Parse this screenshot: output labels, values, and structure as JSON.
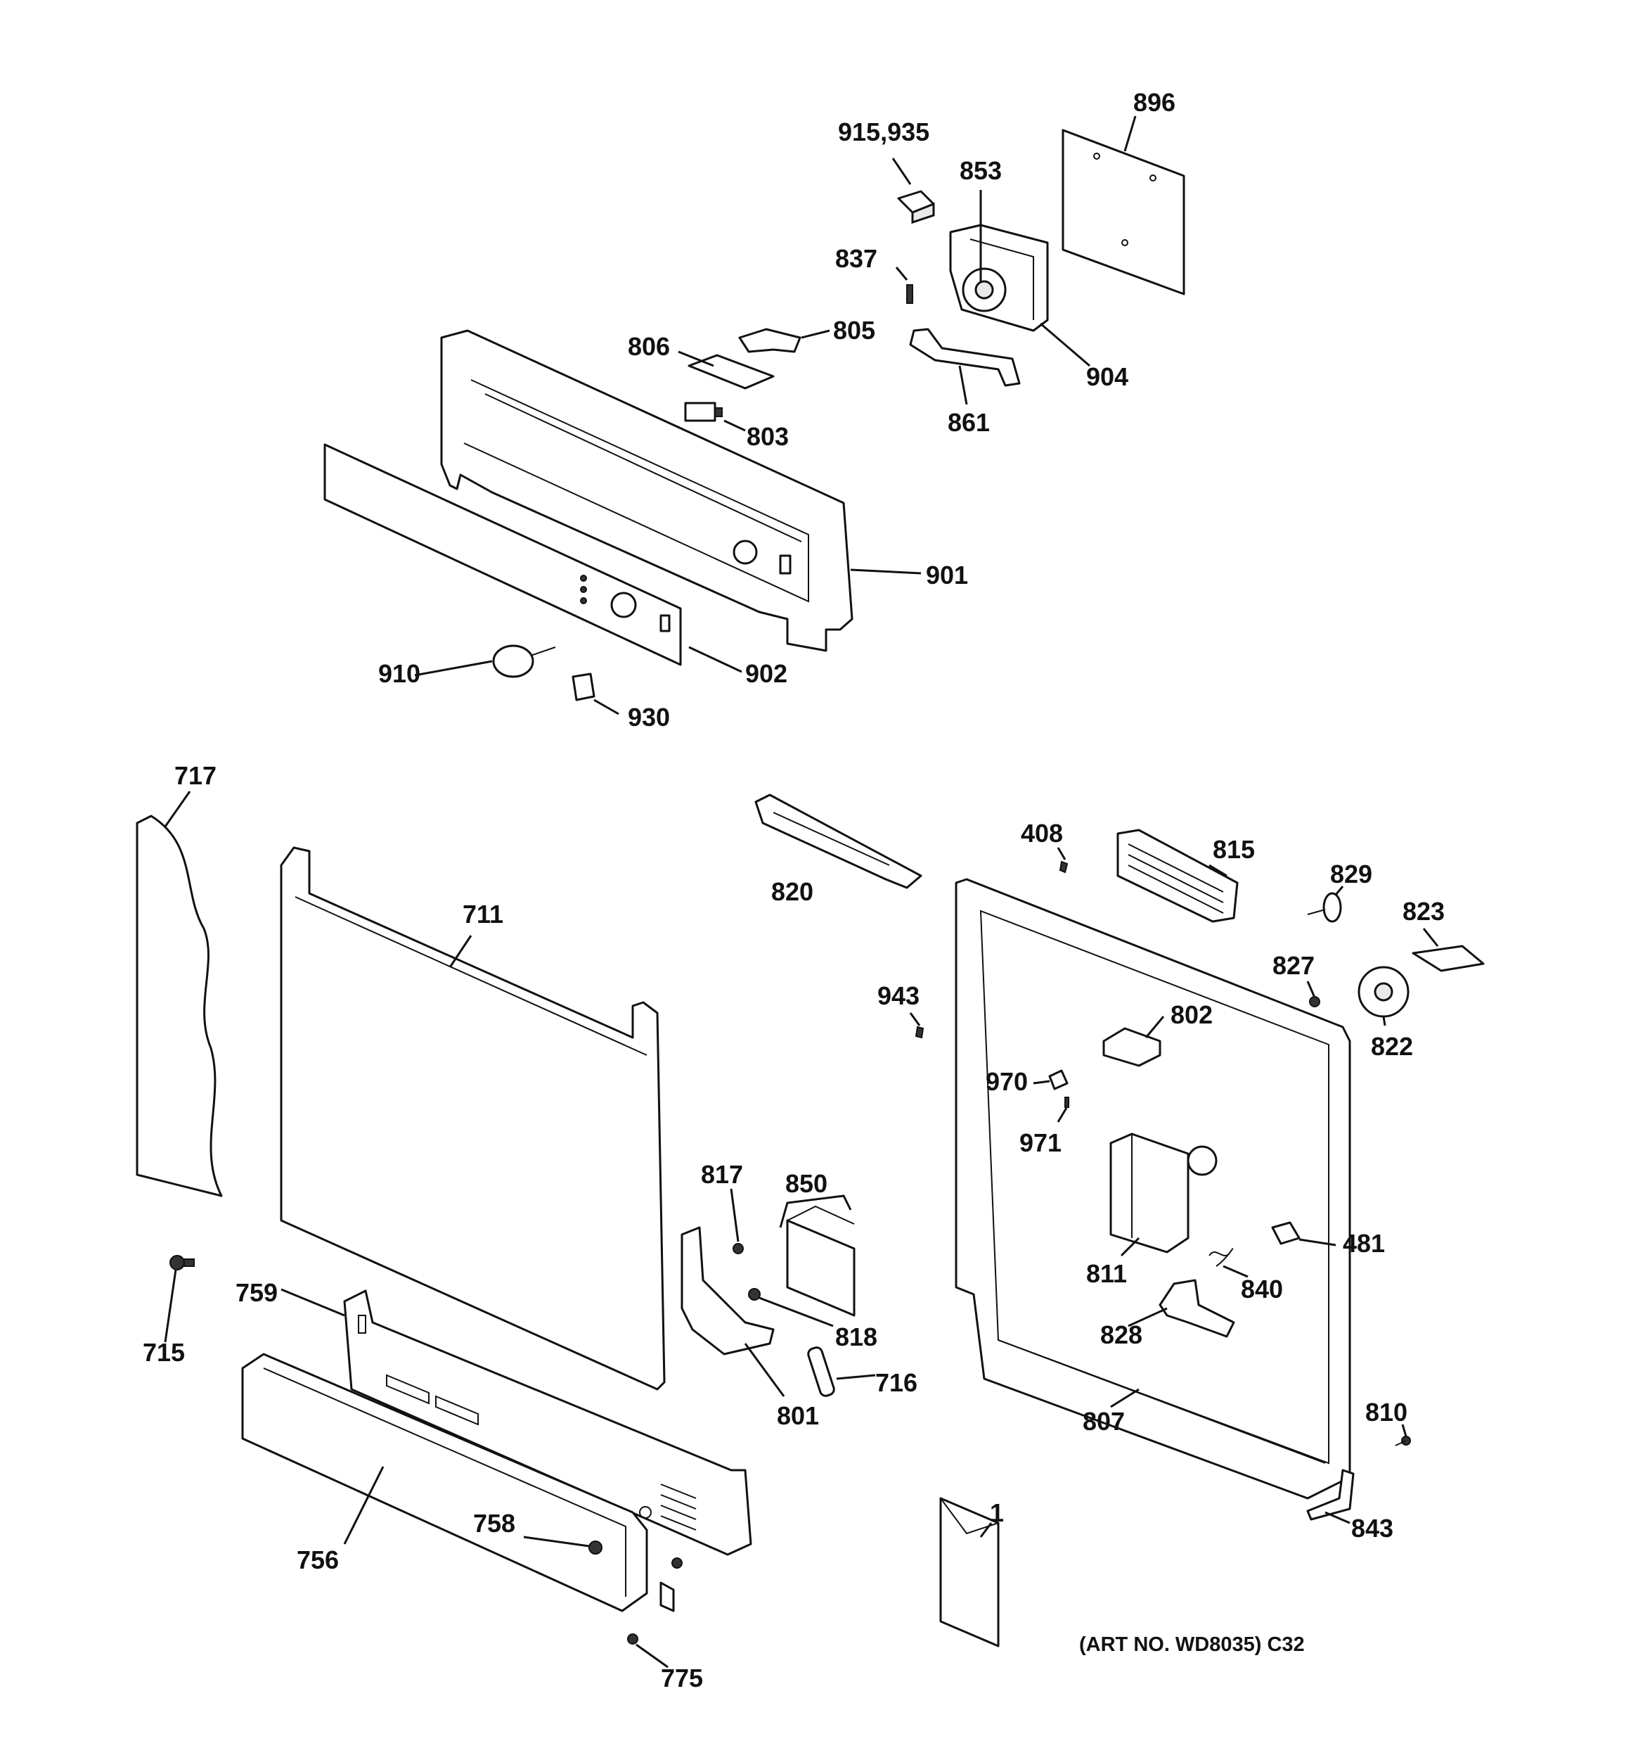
{
  "callouts": {
    "c896": "896",
    "c915": "915,935",
    "c853": "853",
    "c837": "837",
    "c806": "806",
    "c805": "805",
    "c904": "904",
    "c803": "803",
    "c861": "861",
    "c901": "901",
    "c910": "910",
    "c902": "902",
    "c930": "930",
    "c717": "717",
    "c711": "711",
    "c820": "820",
    "c408": "408",
    "c815": "815",
    "c829": "829",
    "c823": "823",
    "c827": "827",
    "c943": "943",
    "c802": "802",
    "c822": "822",
    "c970": "970",
    "c971": "971",
    "c817": "817",
    "c850": "850",
    "c481": "481",
    "c811": "811",
    "c840": "840",
    "c715": "715",
    "c759": "759",
    "c818": "818",
    "c828": "828",
    "c716": "716",
    "c801": "801",
    "c807": "807",
    "c810": "810",
    "c756": "756",
    "c758": "758",
    "c1": "1",
    "c843": "843",
    "c775": "775"
  },
  "art_number": "(ART NO. WD8035) C32"
}
